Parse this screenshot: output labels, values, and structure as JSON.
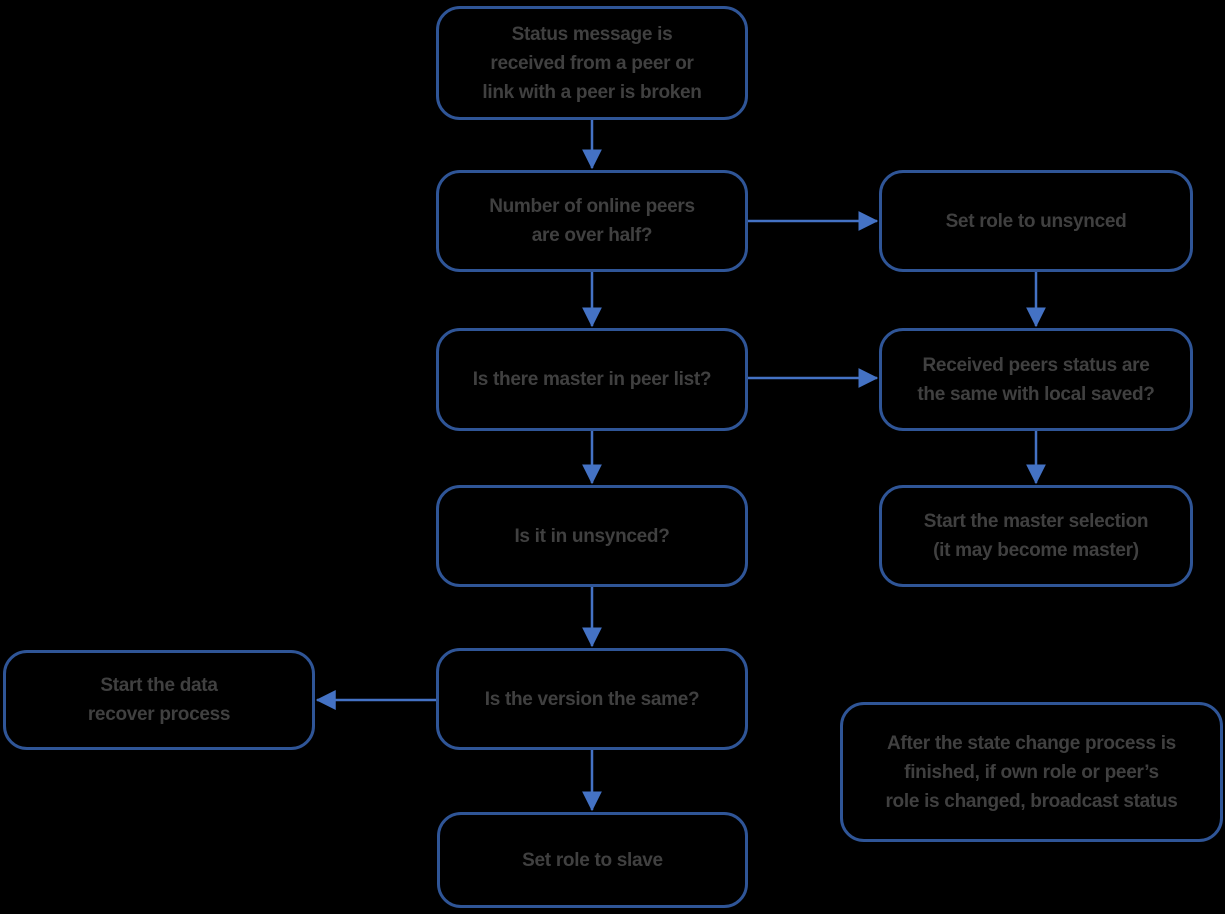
{
  "background": "#000000",
  "colors": {
    "node_border": "#2F5597",
    "arrow": "#4472C4",
    "node_text": "#404040"
  },
  "diagram": {
    "type": "flowchart",
    "nodes": {
      "status_message": {
        "text": "Status message is\nreceived from a peer or\nlink with a peer is broken"
      },
      "online_peers_over_half": {
        "text": "Number of online peers\nare over half?"
      },
      "set_role_unsynced": {
        "text": "Set role to unsynced"
      },
      "master_in_peer_list": {
        "text": "Is there master in peer list?"
      },
      "received_status_same": {
        "text": "Received peers status are\nthe same with local saved?"
      },
      "is_in_unsynced": {
        "text": "Is it in unsynced?"
      },
      "start_master_selection": {
        "text": "Start the master selection\n(it may become master)"
      },
      "start_data_recover": {
        "text": "Start the data\nrecover process"
      },
      "version_same": {
        "text": "Is the version the same?"
      },
      "broadcast_note": {
        "text": "After the state change process is\nfinished, if own role or peer’s\nrole is changed, broadcast status"
      },
      "set_role_slave": {
        "text": "Set role to slave"
      }
    },
    "edges": [
      {
        "from": "status_message",
        "to": "online_peers_over_half"
      },
      {
        "from": "online_peers_over_half",
        "to": "set_role_unsynced"
      },
      {
        "from": "online_peers_over_half",
        "to": "master_in_peer_list"
      },
      {
        "from": "set_role_unsynced",
        "to": "received_status_same"
      },
      {
        "from": "master_in_peer_list",
        "to": "received_status_same"
      },
      {
        "from": "master_in_peer_list",
        "to": "is_in_unsynced"
      },
      {
        "from": "received_status_same",
        "to": "start_master_selection"
      },
      {
        "from": "is_in_unsynced",
        "to": "version_same"
      },
      {
        "from": "version_same",
        "to": "start_data_recover"
      },
      {
        "from": "version_same",
        "to": "set_role_slave"
      }
    ]
  }
}
